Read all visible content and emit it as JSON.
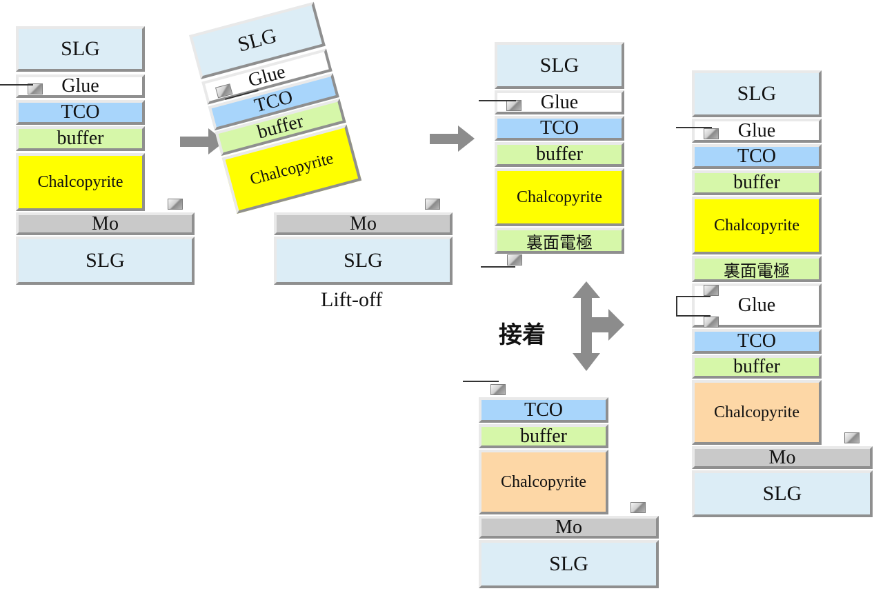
{
  "stack1": {
    "slg_top": "SLG",
    "glue": "Glue",
    "tco": "TCO",
    "buffer": "buffer",
    "chalcopyrite": "Chalcopyrite",
    "mo": "Mo",
    "slg_bottom": "SLG"
  },
  "stack2": {
    "slg_top": "SLG",
    "glue": "Glue",
    "tco": "TCO",
    "buffer": "buffer",
    "chalcopyrite": "Chalcopyrite",
    "mo": "Mo",
    "slg_bottom": "SLG",
    "caption": "Lift-off"
  },
  "stack3": {
    "slg_top": "SLG",
    "glue": "Glue",
    "tco": "TCO",
    "buffer": "buffer",
    "chalcopyrite": "Chalcopyrite",
    "back_electrode": "裏面電極"
  },
  "stack4": {
    "tco": "TCO",
    "buffer": "buffer",
    "chalcopyrite": "Chalcopyrite",
    "mo": "Mo",
    "slg": "SLG"
  },
  "stack5": {
    "slg_top": "SLG",
    "glue_top": "Glue",
    "tco_top": "TCO",
    "buffer_top": "buffer",
    "chalcopyrite_top": "Chalcopyrite",
    "back_electrode": "裏面電極",
    "glue_mid": "Glue",
    "tco_bottom": "TCO",
    "buffer_bottom": "buffer",
    "chalcopyrite_bottom": "Chalcopyrite",
    "mo": "Mo",
    "slg_bottom": "SLG"
  },
  "bonding_label": "接着",
  "colors": {
    "slg": "#dcedf6",
    "glue": "#ffffff",
    "tco": "#a8d5fb",
    "buffer": "#d6f7a9",
    "chalcopyrite_top_cell": "#ffff00",
    "chalcopyrite_bottom_cell": "#fdd7a6",
    "mo": "#c9c9c9",
    "arrow": "#8c8c8c"
  }
}
